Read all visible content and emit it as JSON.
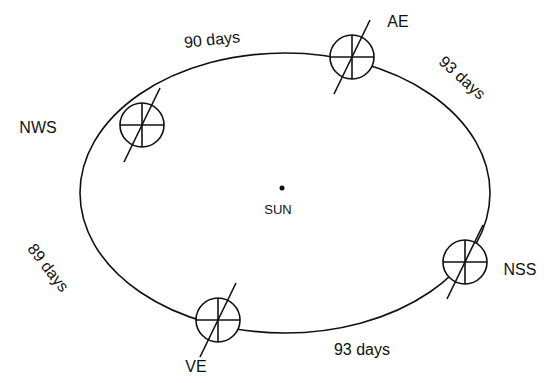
{
  "diagram": {
    "labels": [
      "90 days",
      "AE",
      "93 days",
      "NWS",
      "SUN",
      "NSS",
      "89 days",
      "VE",
      "93 days"
    ]
  }
}
